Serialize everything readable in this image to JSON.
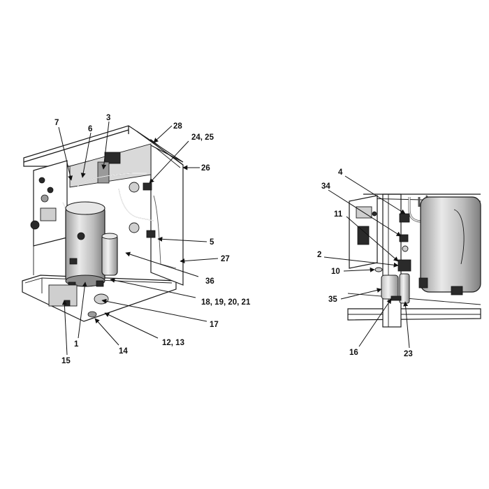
{
  "diagram": {
    "left_view_callouts": [
      "7",
      "6",
      "3",
      "28",
      "24, 25",
      "26",
      "5",
      "27",
      "36",
      "18, 19, 20, 21",
      "17",
      "12, 13",
      "14",
      "1",
      "15"
    ],
    "right_view_callouts": [
      "4",
      "34",
      "11",
      "2",
      "10",
      "35",
      "16",
      "23"
    ]
  }
}
